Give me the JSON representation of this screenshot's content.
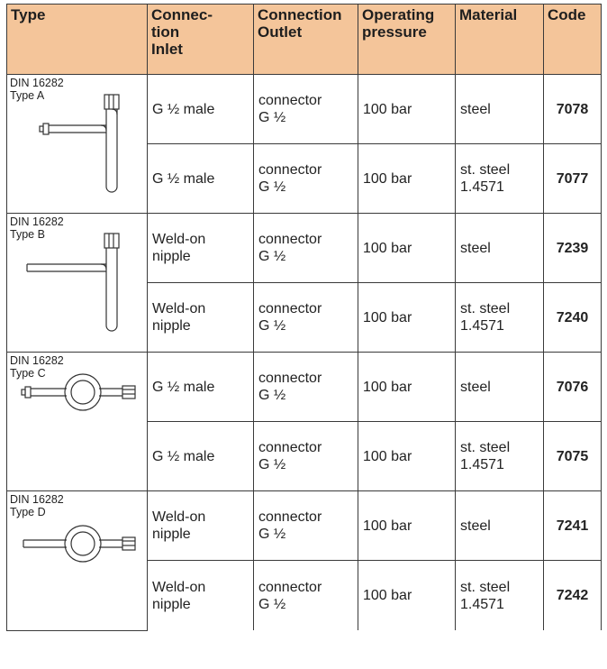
{
  "headers": {
    "type": "Type",
    "inlet": "Connec-\ntion\nInlet",
    "outlet": "Connection\nOutlet",
    "pressure": "Operating\npressure",
    "material": "Material",
    "code": "Code"
  },
  "groups": [
    {
      "standard": "DIN 16282",
      "type_label": "Type A",
      "drawing": "l-shaped-valve-connector-drawing"
    },
    {
      "standard": "DIN 16282",
      "type_label": "Type B",
      "drawing": "l-shaped-weld-nipple-drawing"
    },
    {
      "standard": "DIN 16282",
      "type_label": "Type C",
      "drawing": "loop-valve-connector-drawing"
    },
    {
      "standard": "DIN 16282",
      "type_label": "Type D",
      "drawing": "loop-weld-nipple-drawing"
    }
  ],
  "rows": [
    {
      "inlet": "G ½ male",
      "outlet_line1": "connector",
      "outlet_line2": "G ½",
      "pressure": "100 bar",
      "material": "steel",
      "code": "7078"
    },
    {
      "inlet": "G ½ male",
      "outlet_line1": "connector",
      "outlet_line2": "G ½",
      "pressure": "100 bar",
      "material": "st. steel\n1.4571",
      "code": "7077"
    },
    {
      "inlet": "Weld-on\nnipple",
      "outlet_line1": "connector",
      "outlet_line2": "G ½",
      "pressure": "100 bar",
      "material": "steel",
      "code": "7239"
    },
    {
      "inlet": "Weld-on\nnipple",
      "outlet_line1": "connector",
      "outlet_line2": "G ½",
      "pressure": "100 bar",
      "material": "st. steel\n1.4571",
      "code": "7240"
    },
    {
      "inlet": "G ½ male",
      "outlet_line1": "connector",
      "outlet_line2": "G ½",
      "pressure": "100 bar",
      "material": "steel",
      "code": "7076"
    },
    {
      "inlet": "G ½ male",
      "outlet_line1": "connector",
      "outlet_line2": "G ½",
      "pressure": "100 bar",
      "material": "st. steel\n1.4571",
      "code": "7075"
    },
    {
      "inlet": "Weld-on\nnipple",
      "outlet_line1": "connector",
      "outlet_line2": "G ½",
      "pressure": "100 bar",
      "material": "steel",
      "code": "7241"
    },
    {
      "inlet": "Weld-on\nnipple",
      "outlet_line1": "connector",
      "outlet_line2": "G ½",
      "pressure": "100 bar",
      "material": "st. steel\n1.4571",
      "code": "7242"
    }
  ],
  "colors": {
    "header_bg": "#f4c59a",
    "border": "#3a3a3a",
    "text": "#222222"
  }
}
